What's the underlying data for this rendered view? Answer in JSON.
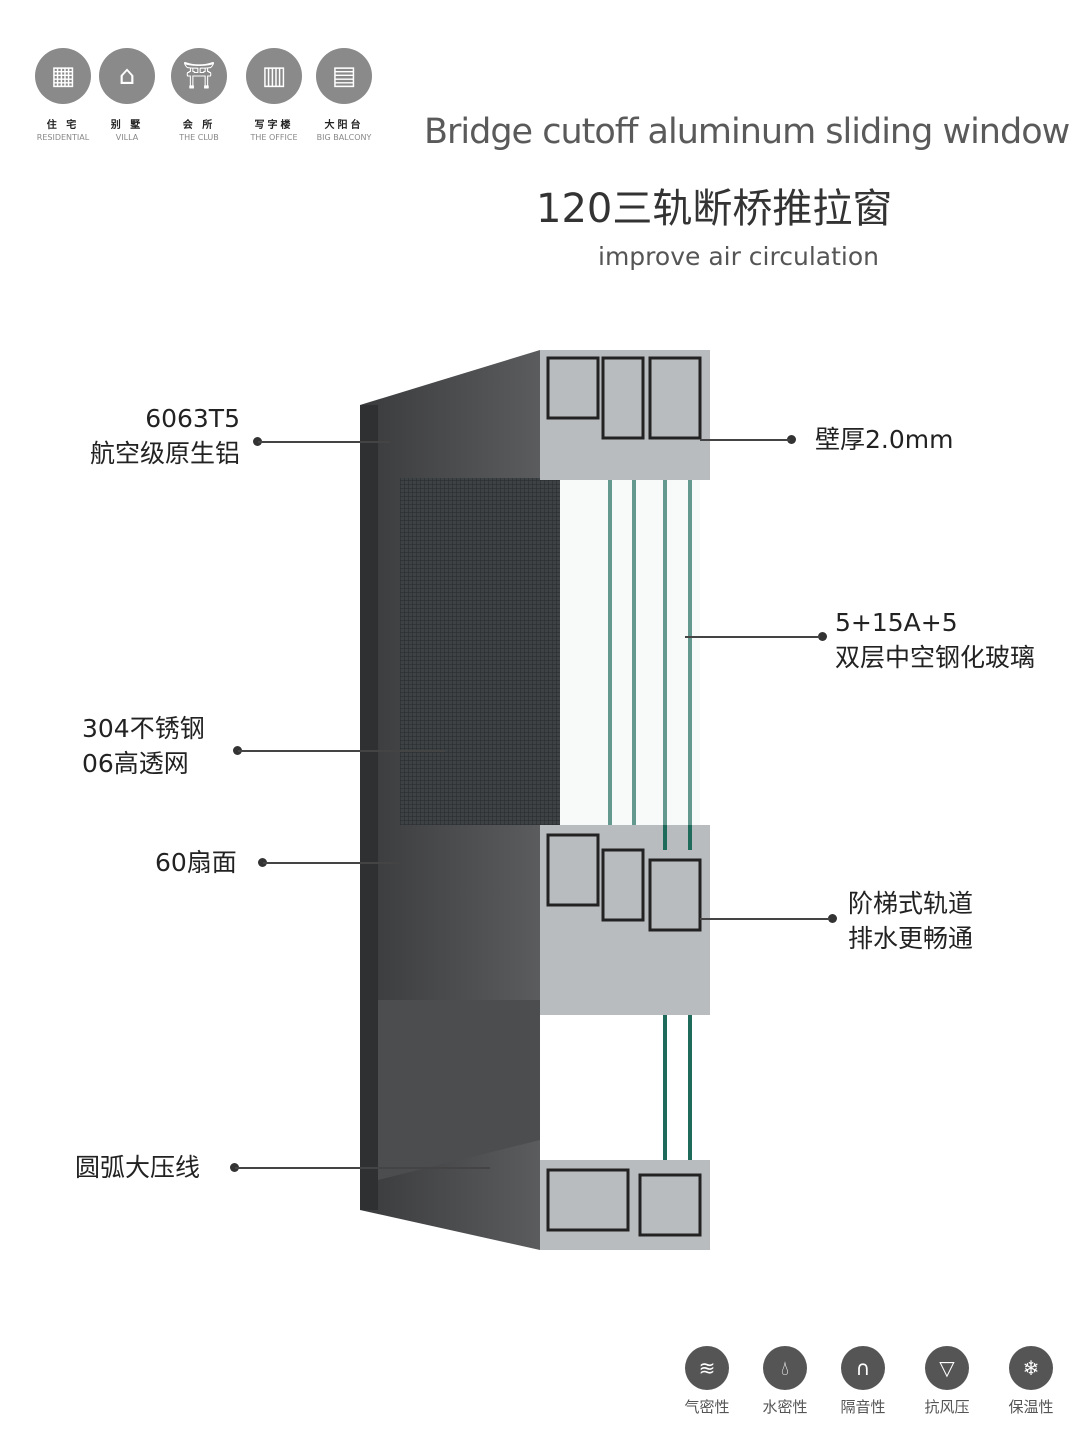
{
  "scenarios": [
    {
      "cn": "住 宅",
      "en": "RESIDENTIAL",
      "icon": "apartment-icon"
    },
    {
      "cn": "别 墅",
      "en": "VILLA",
      "icon": "villa-icon"
    },
    {
      "cn": "会 所",
      "en": "THE CLUB",
      "icon": "club-icon"
    },
    {
      "cn": "写字楼",
      "en": "THE OFFICE",
      "icon": "office-icon"
    },
    {
      "cn": "大阳台",
      "en": "BIG BALCONY",
      "icon": "balcony-icon"
    }
  ],
  "title_en": "Bridge cutoff aluminum sliding window",
  "title_cn": "120三轨断桥推拉窗",
  "subtitle": "improve air circulation",
  "callouts": {
    "aluminum": [
      "6063T5",
      "航空级原生铝"
    ],
    "wall": "壁厚2.0mm",
    "glass": [
      "5+15A+5",
      "双层中空钢化玻璃"
    ],
    "mesh": [
      "304不锈钢",
      "06高透网"
    ],
    "sash": "60扇面",
    "track": [
      "阶梯式轨道",
      "排水更畅通"
    ],
    "bead": "圆弧大压线"
  },
  "features": [
    {
      "label": "气密性",
      "icon": "wind-icon"
    },
    {
      "label": "水密性",
      "icon": "water-drop-icon"
    },
    {
      "label": "隔音性",
      "icon": "headphones-icon"
    },
    {
      "label": "抗风压",
      "icon": "tornado-icon"
    },
    {
      "label": "保温性",
      "icon": "thermometer-icon"
    }
  ]
}
